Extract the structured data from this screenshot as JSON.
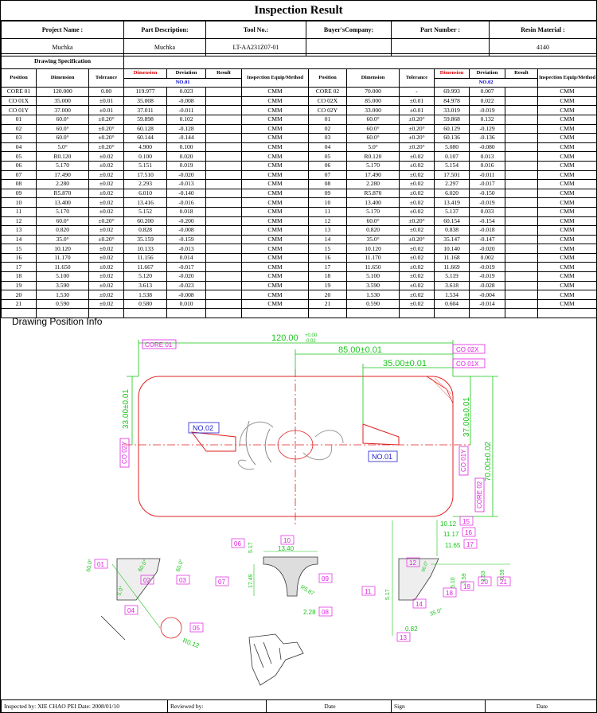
{
  "title": "Inspection Result",
  "header": {
    "labels": [
      "Project Name :",
      "Part Description:",
      "Tool No.:",
      "Buyer'sCompany:",
      "Part Number :",
      "Resin Material :"
    ],
    "values": [
      "Muchka",
      "Muchka",
      "LT-AA231Z07-01",
      "",
      "",
      "4140"
    ]
  },
  "spec": {
    "section_label": "Drawing Specification",
    "columns_left": [
      "Position",
      "Dimension",
      "Tolerance",
      "Dimension",
      "Deviation",
      "Result",
      "Inspection Equip/Method"
    ],
    "columns_right": [
      "Position",
      "Dimension",
      "Tolerance",
      "Dimension",
      "Deviation",
      "Result",
      "Inspection Equip/Method"
    ],
    "group_left": "NO.01",
    "group_right": "NO.02",
    "rows": [
      {
        "pos": "CORE 01",
        "dim": "120.000",
        "tol": "0.00",
        "m1": "119.977",
        "d1": "0.023",
        "e1": "CMM",
        "pos2": "CORE 02",
        "dim2": "70.000",
        "tol2": "-",
        "m2": "69.993",
        "d2": "0.007",
        "e2": "CMM"
      },
      {
        "pos": "CO 01X",
        "dim": "35.000",
        "tol": "±0.01",
        "m1": "35.008",
        "d1": "-0.008",
        "e1": "CMM",
        "pos2": "CO 02X",
        "dim2": "85.000",
        "tol2": "±0.01",
        "m2": "84.978",
        "d2": "0.022",
        "e2": "CMM"
      },
      {
        "pos": "CO 01Y",
        "dim": "37.000",
        "tol": "±0.01",
        "m1": "37.011",
        "d1": "-0.011",
        "e1": "CMM",
        "pos2": "CO 02Y",
        "dim2": "33.000",
        "tol2": "±0.01",
        "m2": "33.019",
        "d2": "-0.019",
        "e2": "CMM"
      },
      {
        "pos": "01",
        "dim": "60.0°",
        "tol": "±0.20°",
        "m1": "59.898",
        "d1": "0.102",
        "e1": "CMM",
        "pos2": "01",
        "dim2": "60.0°",
        "tol2": "±0.20°",
        "m2": "59.868",
        "d2": "0.132",
        "e2": "CMM"
      },
      {
        "pos": "02",
        "dim": "60.0°",
        "tol": "±0.20°",
        "m1": "60.128",
        "d1": "-0.128",
        "e1": "CMM",
        "pos2": "02",
        "dim2": "60.0°",
        "tol2": "±0.20°",
        "m2": "60.129",
        "d2": "-0.129",
        "e2": "CMM"
      },
      {
        "pos": "03",
        "dim": "60.0°",
        "tol": "±0.20°",
        "m1": "60.144",
        "d1": "-0.144",
        "e1": "CMM",
        "pos2": "03",
        "dim2": "60.0°",
        "tol2": "±0.20°",
        "m2": "60.136",
        "d2": "-0.136",
        "e2": "CMM"
      },
      {
        "pos": "04",
        "dim": "5.0°",
        "tol": "±0.20°",
        "m1": "4.900",
        "d1": "0.100",
        "e1": "CMM",
        "pos2": "04",
        "dim2": "5.0°",
        "tol2": "±0.20°",
        "m2": "5.080",
        "d2": "-0.080",
        "e2": "CMM"
      },
      {
        "pos": "05",
        "dim": "R0.120",
        "tol": "±0.02",
        "m1": "0.100",
        "d1": "0.020",
        "e1": "CMM",
        "pos2": "05",
        "dim2": "R0.120",
        "tol2": "±0.02",
        "m2": "0.107",
        "d2": "0.013",
        "e2": "CMM"
      },
      {
        "pos": "06",
        "dim": "5.170",
        "tol": "±0.02",
        "m1": "5.151",
        "d1": "0.019",
        "e1": "CMM",
        "pos2": "06",
        "dim2": "5.170",
        "tol2": "±0.02",
        "m2": "5.154",
        "d2": "0.016",
        "e2": "CMM"
      },
      {
        "pos": "07",
        "dim": "17.490",
        "tol": "±0.02",
        "m1": "17.510",
        "d1": "-0.020",
        "e1": "CMM",
        "pos2": "07",
        "dim2": "17.490",
        "tol2": "±0.02",
        "m2": "17.501",
        "d2": "-0.011",
        "e2": "CMM"
      },
      {
        "pos": "08",
        "dim": "2.280",
        "tol": "±0.02",
        "m1": "2.293",
        "d1": "-0.013",
        "e1": "CMM",
        "pos2": "08",
        "dim2": "2.280",
        "tol2": "±0.02",
        "m2": "2.297",
        "d2": "-0.017",
        "e2": "CMM"
      },
      {
        "pos": "09",
        "dim": "R5.870",
        "tol": "±0.02",
        "m1": "6.010",
        "d1": "-0.140",
        "e1": "CMM",
        "pos2": "09",
        "dim2": "R5.870",
        "tol2": "±0.02",
        "m2": "6.020",
        "d2": "-0.150",
        "e2": "CMM"
      },
      {
        "pos": "10",
        "dim": "13.400",
        "tol": "±0.02",
        "m1": "13.416",
        "d1": "-0.016",
        "e1": "CMM",
        "pos2": "10",
        "dim2": "13.400",
        "tol2": "±0.02",
        "m2": "13.419",
        "d2": "-0.019",
        "e2": "CMM"
      },
      {
        "pos": "11",
        "dim": "5.170",
        "tol": "±0.02",
        "m1": "5.152",
        "d1": "0.018",
        "e1": "CMM",
        "pos2": "11",
        "dim2": "5.170",
        "tol2": "±0.02",
        "m2": "5.137",
        "d2": "0.033",
        "e2": "CMM"
      },
      {
        "pos": "12",
        "dim": "60.0°",
        "tol": "±0.20°",
        "m1": "60.200",
        "d1": "-0.200",
        "e1": "CMM",
        "pos2": "12",
        "dim2": "60.0°",
        "tol2": "±0.20°",
        "m2": "60.154",
        "d2": "-0.154",
        "e2": "CMM"
      },
      {
        "pos": "13",
        "dim": "0.820",
        "tol": "±0.02",
        "m1": "0.828",
        "d1": "-0.008",
        "e1": "CMM",
        "pos2": "13",
        "dim2": "0.820",
        "tol2": "±0.02",
        "m2": "0.838",
        "d2": "-0.018",
        "e2": "CMM"
      },
      {
        "pos": "14",
        "dim": "35.0°",
        "tol": "±0.20°",
        "m1": "35.159",
        "d1": "-0.159",
        "e1": "CMM",
        "pos2": "14",
        "dim2": "35.0°",
        "tol2": "±0.20°",
        "m2": "35.147",
        "d2": "-0.147",
        "e2": "CMM"
      },
      {
        "pos": "15",
        "dim": "10.120",
        "tol": "±0.02",
        "m1": "10.133",
        "d1": "-0.013",
        "e1": "CMM",
        "pos2": "15",
        "dim2": "10.120",
        "tol2": "±0.02",
        "m2": "10.140",
        "d2": "-0.020",
        "e2": "CMM"
      },
      {
        "pos": "16",
        "dim": "11.170",
        "tol": "±0.02",
        "m1": "11.156",
        "d1": "0.014",
        "e1": "CMM",
        "pos2": "16",
        "dim2": "11.170",
        "tol2": "±0.02",
        "m2": "11.168",
        "d2": "0.002",
        "e2": "CMM"
      },
      {
        "pos": "17",
        "dim": "11.650",
        "tol": "±0.02",
        "m1": "11.667",
        "d1": "-0.017",
        "e1": "CMM",
        "pos2": "17",
        "dim2": "11.650",
        "tol2": "±0.02",
        "m2": "11.669",
        "d2": "-0.019",
        "e2": "CMM"
      },
      {
        "pos": "18",
        "dim": "5.100",
        "tol": "±0.02",
        "m1": "5.120",
        "d1": "-0.020",
        "e1": "CMM",
        "pos2": "18",
        "dim2": "5.100",
        "tol2": "±0.02",
        "m2": "5.119",
        "d2": "-0.019",
        "e2": "CMM"
      },
      {
        "pos": "19",
        "dim": "3.590",
        "tol": "±0.02",
        "m1": "3.613",
        "d1": "-0.023",
        "e1": "CMM",
        "pos2": "19",
        "dim2": "3.590",
        "tol2": "±0.02",
        "m2": "3.618",
        "d2": "-0.028",
        "e2": "CMM"
      },
      {
        "pos": "20",
        "dim": "1.530",
        "tol": "±0.02",
        "m1": "1.538",
        "d1": "-0.008",
        "e1": "CMM",
        "pos2": "20",
        "dim2": "1.530",
        "tol2": "±0.02",
        "m2": "1.534",
        "d2": "-0.004",
        "e2": "CMM"
      },
      {
        "pos": "21",
        "dim": "0.590",
        "tol": "±0.02",
        "m1": "0.580",
        "d1": "0.010",
        "e1": "CMM",
        "pos2": "21",
        "dim2": "0.590",
        "tol2": "±0.02",
        "m2": "0.604",
        "d2": "-0.014",
        "e2": "CMM"
      }
    ]
  },
  "drawing": {
    "title": "Drawing Position Info",
    "dims": {
      "d120": "120.00",
      "d120_tol_upper": "+0.00",
      "d120_tol_lower": "-0.02",
      "d85": "85.00±0.01",
      "d35": "35.00±0.01",
      "d33": "33.00±0.01",
      "d37": "37.00±0.01",
      "d70": "70.00±0.02",
      "r012": "R0.12",
      "d5": "5.0°",
      "d60a": "60.0°",
      "d60b": "60.0°",
      "d60c": "60.0°",
      "d517": "5.17",
      "d1340": "13.40",
      "d1749": "17.49",
      "r587": "R5.87",
      "d228": "2.28",
      "d1012": "10.12",
      "d1117": "11.17",
      "d1165": "11.65",
      "d517b": "5.17",
      "d510": "5.10",
      "d359": "3.59",
      "d153": "1.53",
      "d059": "0.59",
      "d350": "35.0°",
      "d082": "0.82",
      "d600": "60.0°"
    },
    "tags": {
      "core01": "CORE 01",
      "core02": "CORE 02",
      "co02x": "CO 02X",
      "co01x": "CO 01X",
      "co02y": "CO 02Y",
      "co01y": "CO 01Y",
      "no01": "NO.01",
      "no02": "NO.02",
      "p01": "01",
      "p02": "02",
      "p03": "03",
      "p04": "04",
      "p05": "05",
      "p06": "06",
      "p07": "07",
      "p08": "08",
      "p09": "09",
      "p10": "10",
      "p11": "11",
      "p12": "12",
      "p13": "13",
      "p14": "14",
      "p15": "15",
      "p16": "16",
      "p17": "17",
      "p18": "18",
      "p19": "19",
      "p20": "20",
      "p21": "21"
    }
  },
  "footer": {
    "inspected": "Inspected by: XIE CHAO PEI  Date: 2008/01/10",
    "reviewed": "Reviewed by:",
    "date1": "Date",
    "sign": "Sign",
    "date2": "Date"
  },
  "colors": {
    "dim_green": "#19c419",
    "outline_red": "#e02020",
    "tag_magenta": "#e020e0",
    "tag_blue": "#2020d0"
  }
}
